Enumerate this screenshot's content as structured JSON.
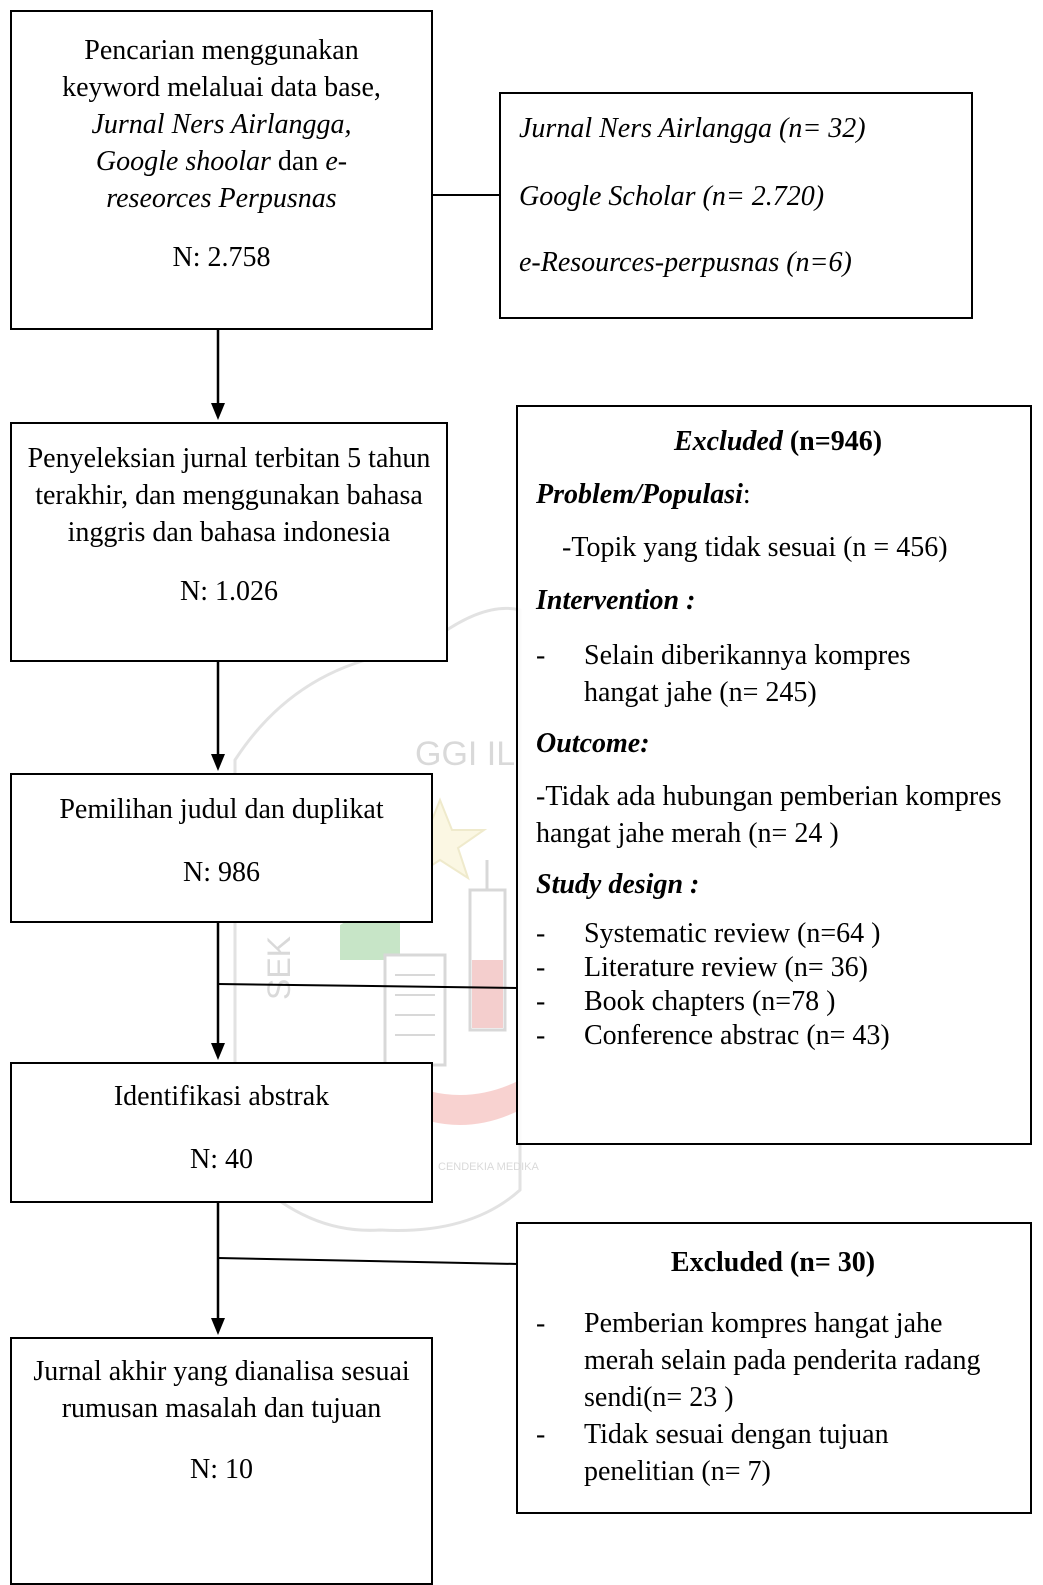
{
  "search": {
    "line1": "Pencarian menggunakan",
    "line2": "keyword melaluai data base,",
    "line3": "Jurnal Ners Airlangga,",
    "line4_italic": "Google shoolar",
    "line4_dan": " dan ",
    "line4_e": "e-",
    "line5": "reseorces Perpusnas",
    "count": "N: 2.758"
  },
  "sources": [
    "Jurnal Ners Airlangga (n= 32)",
    "Google Scholar (n= 2.720)",
    "e-Resources-perpusnas (n=6)"
  ],
  "selection": {
    "text": "Penyeleksian jurnal terbitan 5 tahun terakhir, dan menggunakan bahasa inggris dan bahasa indonesia",
    "count": "N: 1.026"
  },
  "titles": {
    "text": "Pemilihan judul dan duplikat",
    "count": "N: 986"
  },
  "abstract": {
    "text": "Identifikasi abstrak",
    "count": "N: 40"
  },
  "final": {
    "text": "Jurnal akhir yang dianalisa sesuai rumusan masalah dan tujuan",
    "count": "N: 10"
  },
  "excluded1": {
    "title_italic": "Excluded",
    "title_rest": " (n=946)",
    "problem_label": "Problem/Populasi",
    "problem_colon": ":",
    "problem_item": "-Topik yang tidak sesuai (n = 456)",
    "intervention_label": "Intervention :",
    "intervention_item": "Selain diberikannya kompres hangat jahe  (n= 245)",
    "outcome_label": "Outcome:",
    "outcome_item": "-Tidak ada hubungan pemberian kompres hangat jahe merah (n= 24 )",
    "design_label": "Study design :",
    "design_items": [
      "Systematic review (n=64 )",
      "Literature review (n= 36)",
      "Book chapters (n=78  )",
      "Conference abstrac (n= 43)"
    ]
  },
  "excluded2": {
    "title": "Excluded (n= 30)",
    "items": [
      "Pemberian kompres hangat jahe merah selain pada penderita radang sendi(n= 23 )",
      "Tidak sesuai dengan tujuan penelitian (n= 7)"
    ]
  },
  "dash": "-",
  "watermark": {
    "arc_text": "GGI IL",
    "side_text": "SEK",
    "bottom_text": "CENDEKIA MEDIKA"
  }
}
